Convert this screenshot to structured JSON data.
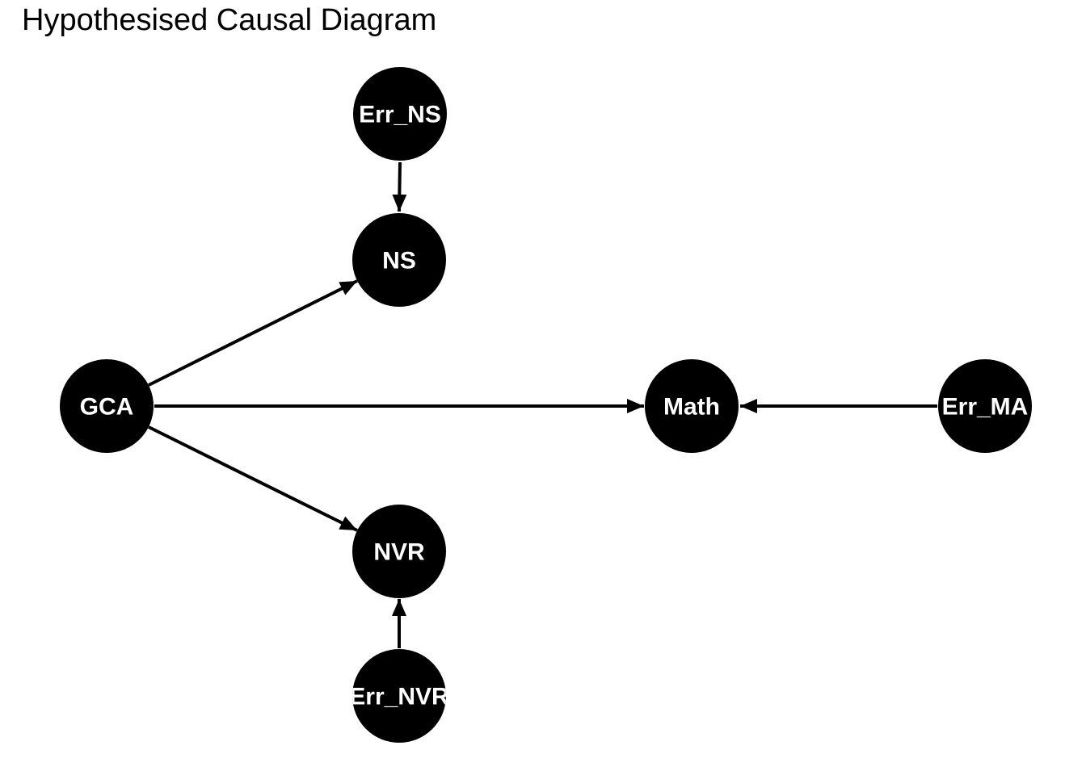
{
  "title": "Hypothesised Causal Diagram",
  "colors": {
    "background": "#ffffff",
    "title_color": "#000000",
    "node_fill": "#000000",
    "node_label_color": "#ffffff",
    "edge_color": "#000000"
  },
  "diagram": {
    "type": "directed-graph",
    "nodes": [
      {
        "id": "Err_NS",
        "label": "Err_NS"
      },
      {
        "id": "NS",
        "label": "NS"
      },
      {
        "id": "GCA",
        "label": "GCA"
      },
      {
        "id": "Math",
        "label": "Math"
      },
      {
        "id": "Err_MA",
        "label": "Err_MA"
      },
      {
        "id": "NVR",
        "label": "NVR"
      },
      {
        "id": "Err_NVR",
        "label": "Err_NVR"
      }
    ],
    "edges": [
      {
        "from": "Err_NS",
        "to": "NS"
      },
      {
        "from": "GCA",
        "to": "NS"
      },
      {
        "from": "GCA",
        "to": "Math"
      },
      {
        "from": "GCA",
        "to": "NVR"
      },
      {
        "from": "Err_MA",
        "to": "Math"
      },
      {
        "from": "Err_NVR",
        "to": "NVR"
      }
    ]
  }
}
